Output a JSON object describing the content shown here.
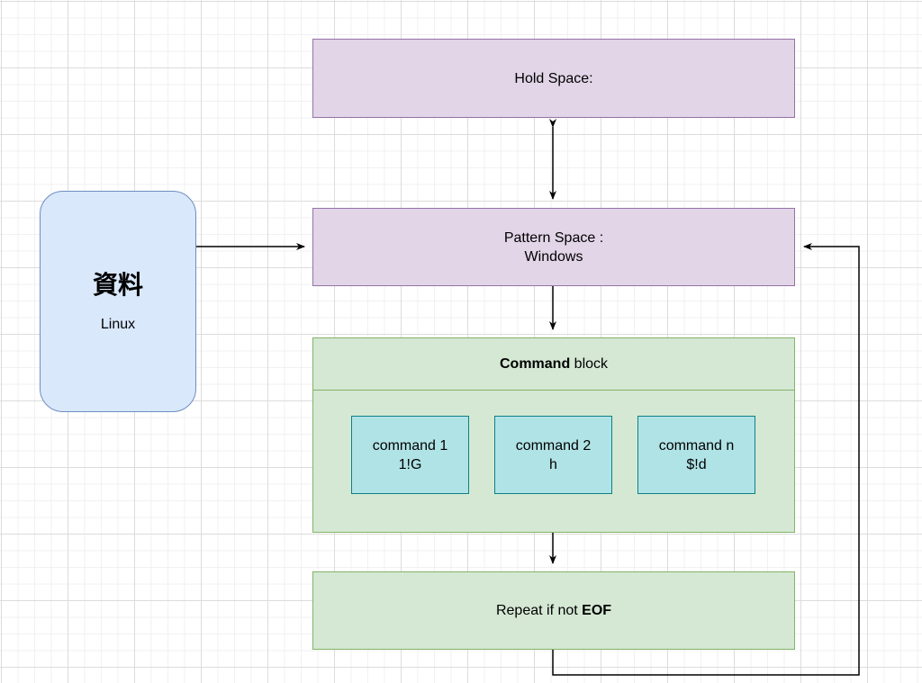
{
  "diagram": {
    "hold_space": {
      "label": "Hold Space:"
    },
    "pattern_space": {
      "line1": "Pattern Space :",
      "line2": "Windows"
    },
    "data_source": {
      "title": "資料",
      "subtitle": "Linux"
    },
    "command_block": {
      "title_bold": "Command",
      "title_rest": " block",
      "commands": [
        {
          "name": "command 1",
          "code": "1!G"
        },
        {
          "name": "command 2",
          "code": "h"
        },
        {
          "name": "command n",
          "code": "$!d"
        }
      ]
    },
    "repeat": {
      "text": "Repeat if not ",
      "bold": "EOF"
    }
  },
  "colors": {
    "purple_fill": "#e1d5e7",
    "purple_stroke": "#9673a6",
    "green_fill": "#d5e8d4",
    "green_stroke": "#82b366",
    "cyan_fill": "#b0e3e6",
    "cyan_stroke": "#0e8088",
    "blue_fill": "#dae8fc",
    "blue_stroke": "#6c8ebf",
    "connector": "#000000"
  }
}
